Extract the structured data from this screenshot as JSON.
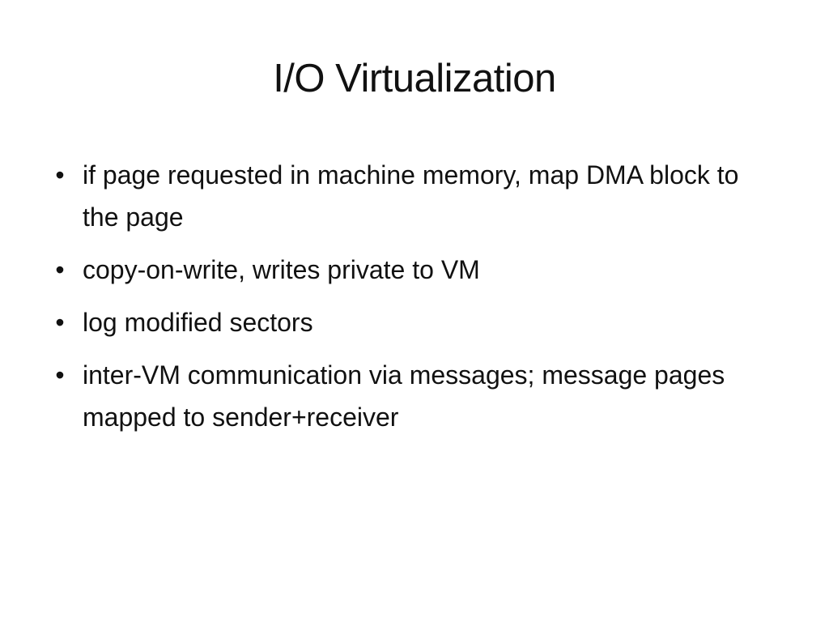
{
  "slide": {
    "title": "I/O Virtualization",
    "bullet_glyph": "•",
    "bullets": [
      "if page requested in machine memory, map DMA block to the page",
      "copy-on-write, writes private to VM",
      "log modified sectors",
      "inter-VM communication via messages; message pages mapped to sender+receiver"
    ]
  }
}
